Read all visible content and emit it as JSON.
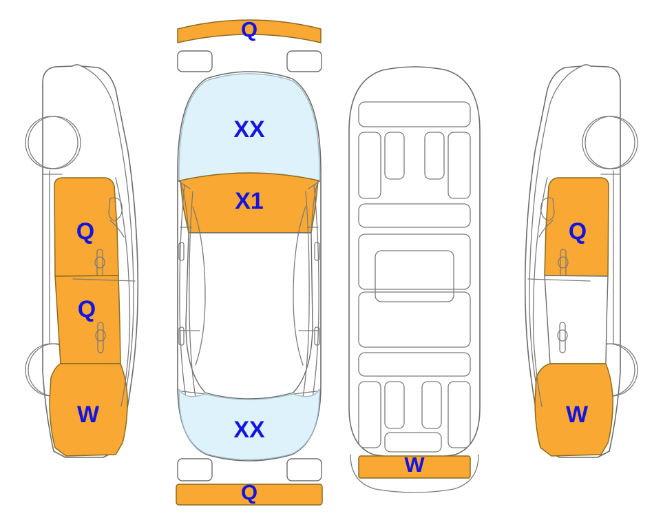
{
  "diagram": {
    "title": "Vehicle Damage Zone Diagram",
    "colors": {
      "zone_orange": "#f9a833",
      "zone_light_blue": "#ddf2fb",
      "zone_white": "#ffffff",
      "label_blue": "#1414e0",
      "outline_gray": "#6b6b6b",
      "background": "#ffffff"
    }
  },
  "views": {
    "left_side": {
      "name": "left-side-view",
      "labels": {
        "front_door": "Q",
        "rear_door": "Q",
        "rear_quarter": "W"
      }
    },
    "top": {
      "name": "top-view",
      "labels": {
        "front_bumper": "Q",
        "hood": "XX",
        "windshield_roof": "X1",
        "trunk": "XX",
        "rear_bumper": "Q"
      }
    },
    "underbody": {
      "name": "underbody-view",
      "labels": {
        "rear_crossmember": "W"
      }
    },
    "right_side": {
      "name": "right-side-view",
      "labels": {
        "front_door": "Q",
        "rear_quarter": "W"
      }
    }
  }
}
